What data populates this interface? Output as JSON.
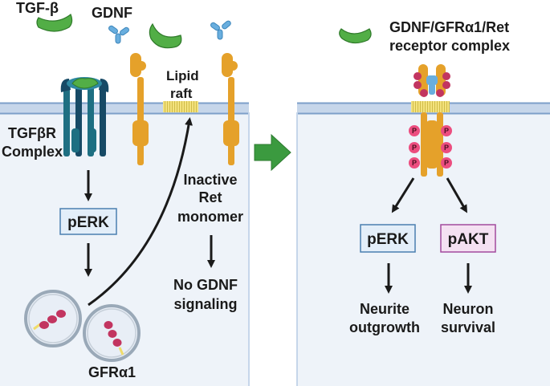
{
  "colors": {
    "membrane": "#7d9fc9",
    "cell": "#eef3f9",
    "lipid": "#f0dc6a",
    "ret": "#e5a12a",
    "tgf_ligand": "#52ae46",
    "gdnf_ligand": "#69aede",
    "tgfbr_teal": "#1e6f82",
    "tgfbr_dark": "#174a66",
    "gfra": "#c23560",
    "phospho": "#ec4d7f",
    "perk_fill": "#e3eef9",
    "perk_stroke": "#4a7fb0",
    "pakt_fill": "#f4e1f2",
    "pakt_stroke": "#a24b9e",
    "transition_arrow": "#3b9a3f"
  },
  "left": {
    "tgf_label": "TGF-β",
    "gdnf_label": "GDNF",
    "lipid_raft_label_1": "Lipid",
    "lipid_raft_label_2": "raft",
    "tgfbr_label_1": "TGFβR",
    "tgfbr_label_2": "Complex",
    "perk_label": "pERK",
    "inactive_label_1": "Inactive",
    "inactive_label_2": "Ret",
    "inactive_label_3": "monomer",
    "no_signal_label_1": "No GDNF",
    "no_signal_label_2": "signaling",
    "gfra_label": "GFRα1"
  },
  "right": {
    "complex_label_1": "GDNF/GFRα1/Ret",
    "complex_label_2": "receptor complex",
    "phospho_mark": "P",
    "perk_label": "pERK",
    "pakt_label": "pAKT",
    "outcome_1_line_1": "Neurite",
    "outcome_1_line_2": "outgrowth",
    "outcome_2_line_1": "Neuron",
    "outcome_2_line_2": "survival"
  }
}
